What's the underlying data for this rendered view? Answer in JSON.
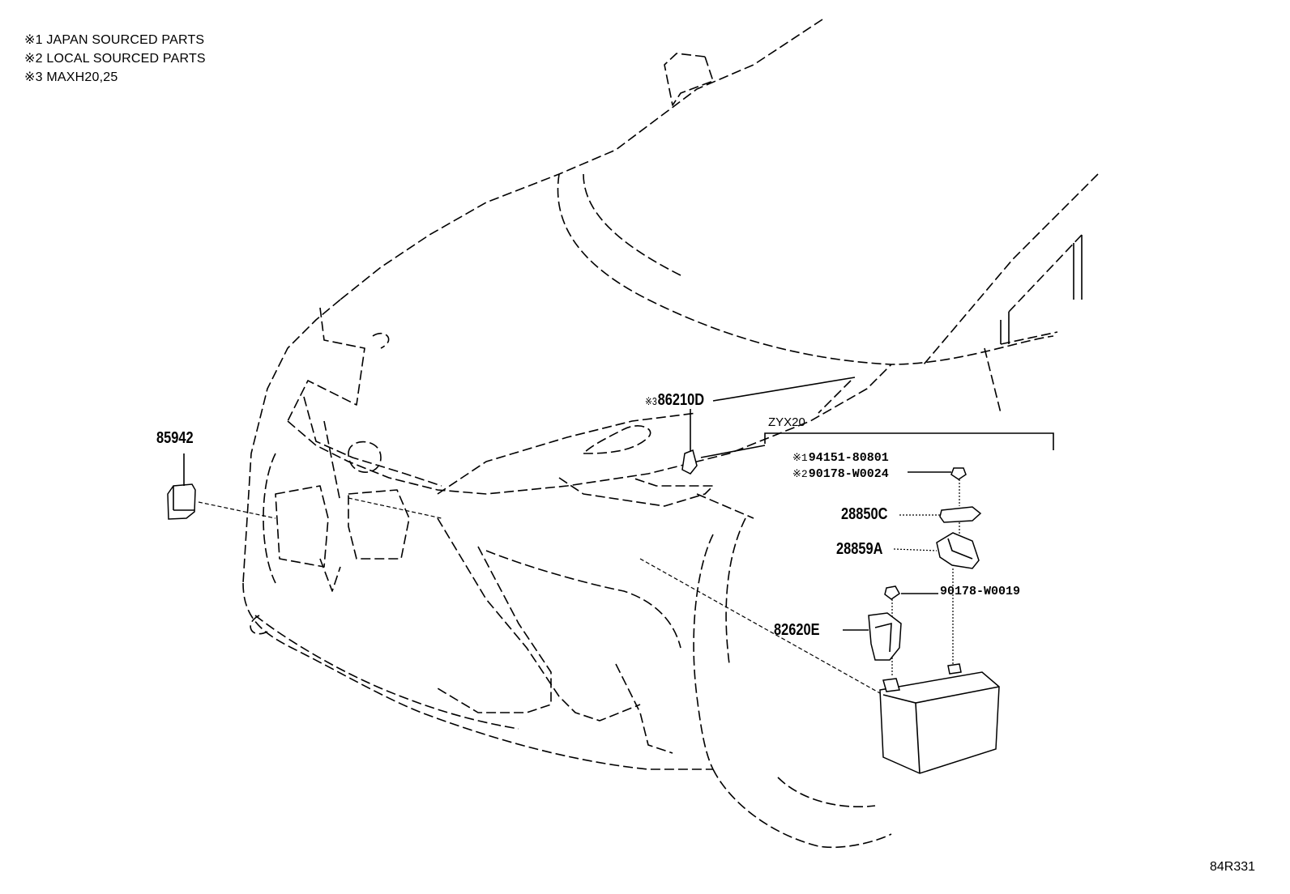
{
  "notes": [
    "※1 JAPAN SOURCED PARTS",
    "※2 LOCAL SOURCED PARTS",
    "※3 MAXH20,25"
  ],
  "parts": {
    "p85942": "85942",
    "p86210d_ref": "※3",
    "p86210d": "86210D",
    "p94151_ref": "※1",
    "p94151": "94151-80801",
    "p90178w0024_ref": "※2",
    "p90178w0024": "90178-W0024",
    "p28850c": "28850C",
    "p28859a": "28859A",
    "p90178w0019": "90178-W0019",
    "p82620e": "82620E"
  },
  "group_label": "ZYX20",
  "diagram_code": "84R331"
}
